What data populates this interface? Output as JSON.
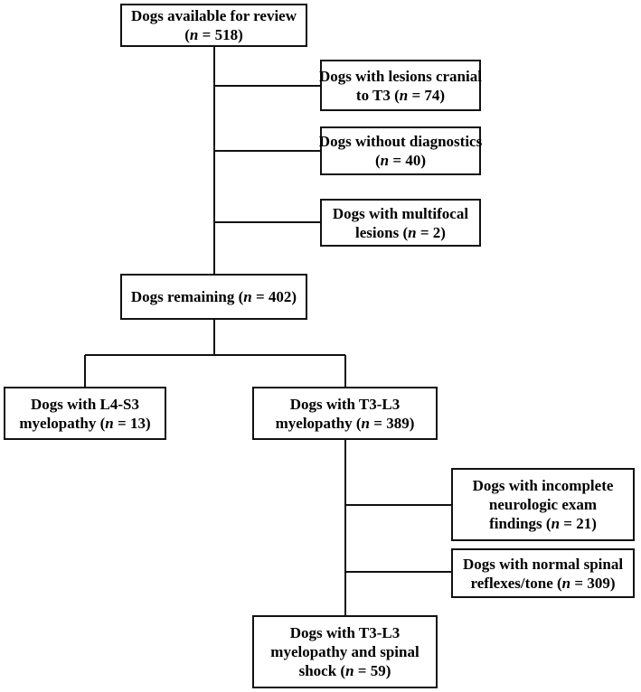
{
  "diagram": {
    "nodes": [
      {
        "id": "available",
        "lines": [
          {
            "pre": "Dogs available for review",
            "n": "",
            "post": ""
          },
          {
            "pre": "(",
            "n": "n",
            "post": " = 518)"
          }
        ]
      },
      {
        "id": "cranial",
        "lines": [
          {
            "pre": "Dogs with lesions cranial",
            "n": "",
            "post": ""
          },
          {
            "pre": "to T3 (",
            "n": "n",
            "post": " = 74)"
          }
        ]
      },
      {
        "id": "no-diagnostics",
        "lines": [
          {
            "pre": "Dogs without diagnostics",
            "n": "",
            "post": ""
          },
          {
            "pre": "(",
            "n": "n",
            "post": " = 40)"
          }
        ]
      },
      {
        "id": "multifocal",
        "lines": [
          {
            "pre": "Dogs with multifocal",
            "n": "",
            "post": ""
          },
          {
            "pre": "lesions (",
            "n": "n",
            "post": " = 2)"
          }
        ]
      },
      {
        "id": "remaining",
        "lines": [
          {
            "pre": "Dogs remaining (",
            "n": "n",
            "post": " = 402)"
          }
        ]
      },
      {
        "id": "l4s3",
        "lines": [
          {
            "pre": "Dogs with L4-S3",
            "n": "",
            "post": ""
          },
          {
            "pre": "myelopathy (",
            "n": "n",
            "post": " = 13)"
          }
        ]
      },
      {
        "id": "t3l3",
        "lines": [
          {
            "pre": "Dogs with T3-L3",
            "n": "",
            "post": ""
          },
          {
            "pre": "myelopathy (",
            "n": "n",
            "post": " = 389)"
          }
        ]
      },
      {
        "id": "incomplete",
        "lines": [
          {
            "pre": "Dogs with incomplete",
            "n": "",
            "post": ""
          },
          {
            "pre": "neurologic exam",
            "n": "",
            "post": ""
          },
          {
            "pre": "findings (",
            "n": "n",
            "post": " = 21)"
          }
        ]
      },
      {
        "id": "normal-reflexes",
        "lines": [
          {
            "pre": "Dogs with normal spinal",
            "n": "",
            "post": ""
          },
          {
            "pre": "reflexes/tone (",
            "n": "n",
            "post": " = 309)"
          }
        ]
      },
      {
        "id": "spinal-shock",
        "lines": [
          {
            "pre": "Dogs with T3-L3",
            "n": "",
            "post": ""
          },
          {
            "pre": "myelopathy and spinal",
            "n": "",
            "post": ""
          },
          {
            "pre": "shock (",
            "n": "n",
            "post": " = 59)"
          }
        ]
      }
    ],
    "edges": [
      {
        "from": "available",
        "to": "cranial"
      },
      {
        "from": "available",
        "to": "no-diagnostics"
      },
      {
        "from": "available",
        "to": "multifocal"
      },
      {
        "from": "available",
        "to": "remaining"
      },
      {
        "from": "remaining",
        "to": "l4s3"
      },
      {
        "from": "remaining",
        "to": "t3l3"
      },
      {
        "from": "t3l3",
        "to": "incomplete"
      },
      {
        "from": "t3l3",
        "to": "normal-reflexes"
      },
      {
        "from": "t3l3",
        "to": "spinal-shock"
      }
    ]
  }
}
